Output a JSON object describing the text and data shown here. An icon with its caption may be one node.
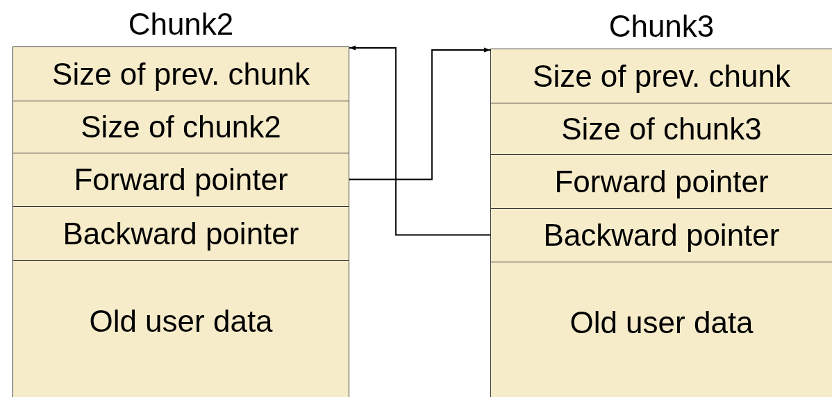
{
  "diagram": {
    "nodes": [
      {
        "text": [
          "Chunk2"
        ]
      },
      {
        "text": [
          "Size of prev. chunk"
        ],
        "in": 0
      },
      {
        "text": [
          "Size of chunk2"
        ],
        "in": 0
      },
      {
        "text": [
          "Forward pointer"
        ],
        "in": 0
      },
      {
        "text": [
          "Backward pointer"
        ],
        "in": 0
      },
      {
        "text": [
          "Old user data"
        ],
        "in": 0
      },
      {
        "text": [
          "Chunk3"
        ]
      },
      {
        "text": [
          "Size of prev. chunk"
        ],
        "in": 6
      },
      {
        "text": [
          "Size of chunk3"
        ],
        "in": 6
      },
      {
        "text": [
          "Forward pointer"
        ],
        "in": 6
      },
      {
        "text": [
          "Backward pointer"
        ],
        "in": 6
      },
      {
        "text": [
          "Old user data"
        ],
        "in": 6
      }
    ],
    "edges": [
      {
        "from": 3,
        "to": 6,
        "arrow": "to"
      },
      {
        "from": 10,
        "to": 0,
        "arrow": "to"
      }
    ]
  }
}
